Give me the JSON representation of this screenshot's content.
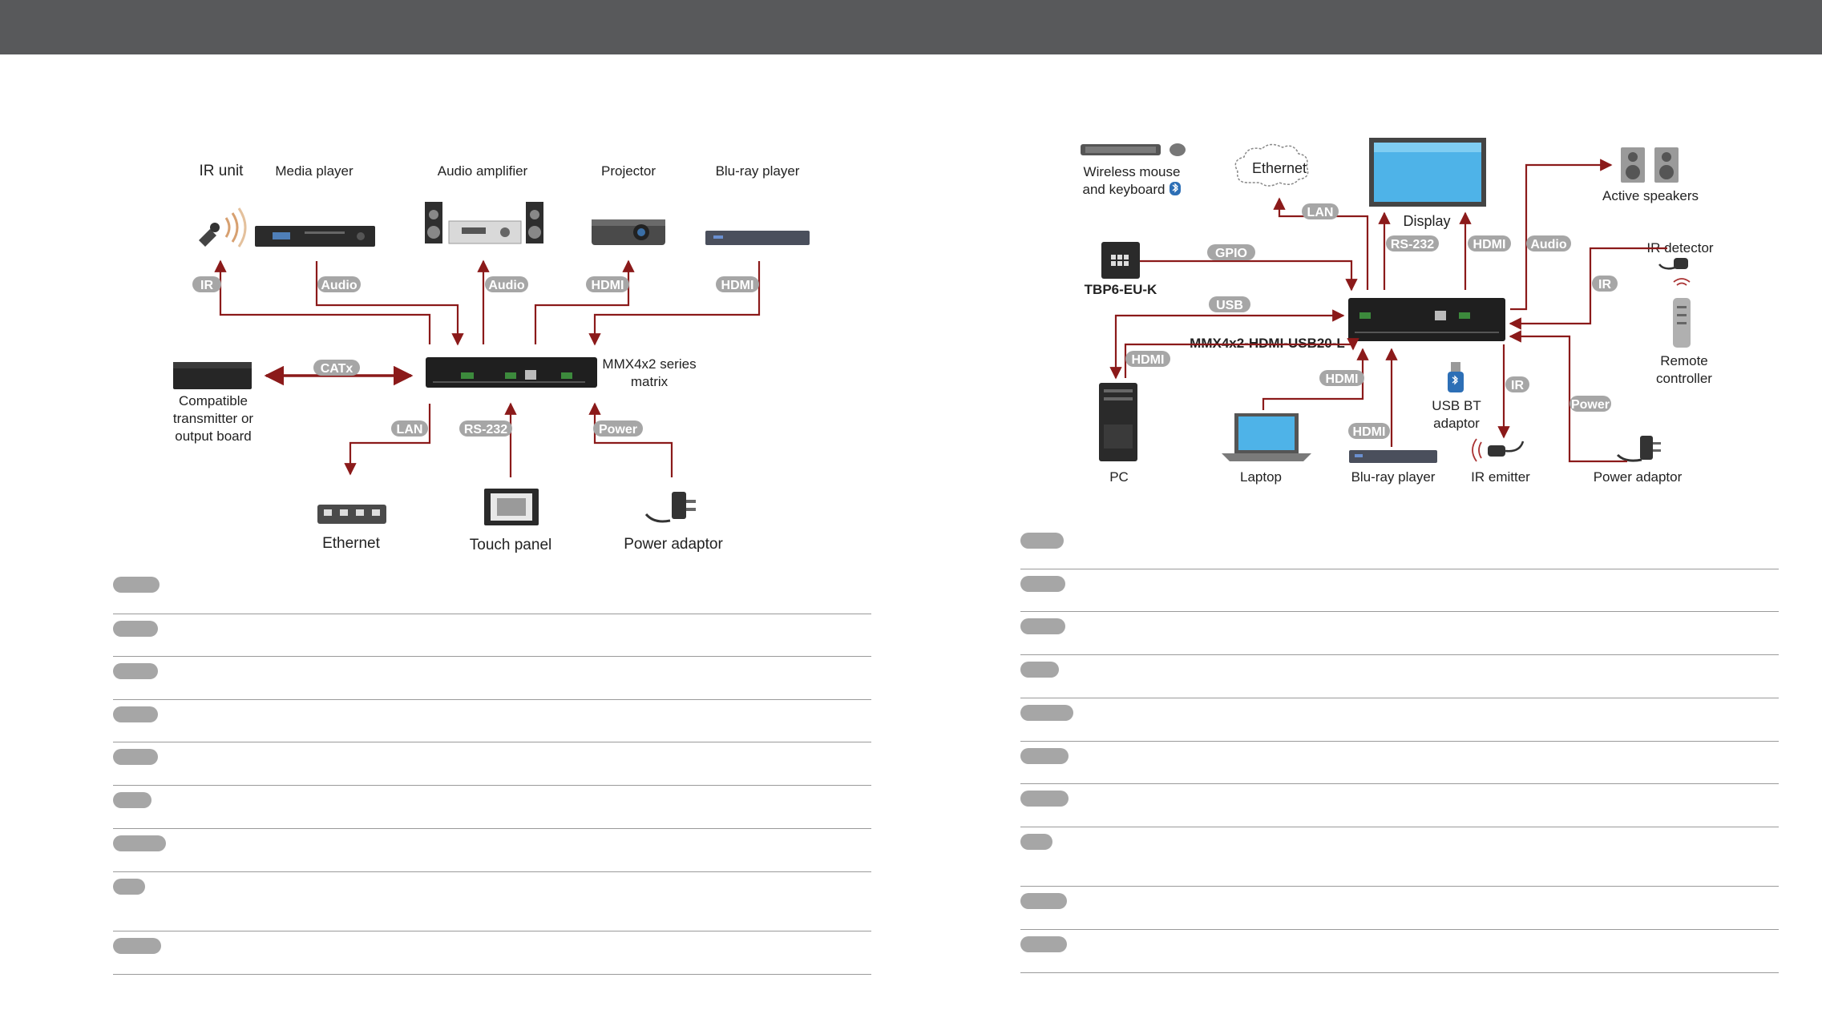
{
  "colors": {
    "topbar": "#58595b",
    "arrow": "#8b1a1a",
    "pill": "#a6a6a6",
    "pill_text": "#ffffff",
    "text": "#222222"
  },
  "left_diagram": {
    "devices": {
      "ir_unit": "IR unit",
      "media_player": "Media player",
      "audio_amplifier": "Audio amplifier",
      "projector": "Projector",
      "bluray_player": "Blu-ray player",
      "matrix_line1": "MMX4x2 series",
      "matrix_line2": "matrix",
      "compatible_line1": "Compatible",
      "compatible_line2": "transmitter or",
      "compatible_line3": "output board",
      "ethernet": "Ethernet",
      "touch_panel": "Touch panel",
      "power_adaptor": "Power adaptor"
    },
    "connections": {
      "ir": "IR",
      "audio_media": "Audio",
      "audio_amp": "Audio",
      "hdmi_projector": "HDMI",
      "hdmi_bluray": "HDMI",
      "catx": "CATx",
      "lan": "LAN",
      "rs232": "RS-232",
      "power": "Power"
    }
  },
  "right_diagram": {
    "devices": {
      "wireless_line1": "Wireless mouse",
      "wireless_line2": "and keyboard",
      "ethernet": "Ethernet",
      "display": "Display",
      "active_speakers": "Active speakers",
      "tbp6": "TBP6-EU-K",
      "matrix": "MMX4x2-HDMI-USB20-L",
      "ir_detector": "IR detector",
      "remote_line1": "Remote",
      "remote_line2": "controller",
      "usb_bt_line1": "USB BT",
      "usb_bt_line2": "adaptor",
      "pc": "PC",
      "laptop": "Laptop",
      "bluray_player": "Blu-ray player",
      "ir_emitter": "IR emitter",
      "power_adaptor": "Power adaptor"
    },
    "connections": {
      "lan": "LAN",
      "rs232": "RS-232",
      "hdmi_display": "HDMI",
      "audio": "Audio",
      "gpio": "GPIO",
      "usb": "USB",
      "ir_detector": "IR",
      "hdmi_pc": "HDMI",
      "hdmi_laptop": "HDMI",
      "hdmi_bluray": "HDMI",
      "ir_emitter": "IR",
      "power": "Power"
    }
  },
  "legend_left": {
    "rows": [
      {
        "text": ""
      },
      {
        "text": ""
      },
      {
        "text": ""
      },
      {
        "text": ""
      },
      {
        "text": ""
      },
      {
        "text": ""
      },
      {
        "text": ""
      },
      {
        "text": ""
      },
      {
        "text": ""
      }
    ]
  },
  "legend_right": {
    "rows": [
      {
        "text": ""
      },
      {
        "text": ""
      },
      {
        "text": ""
      },
      {
        "text": ""
      },
      {
        "text": ""
      },
      {
        "text": ""
      },
      {
        "text": ""
      },
      {
        "text": ""
      },
      {
        "text": ""
      },
      {
        "text": ""
      }
    ]
  }
}
